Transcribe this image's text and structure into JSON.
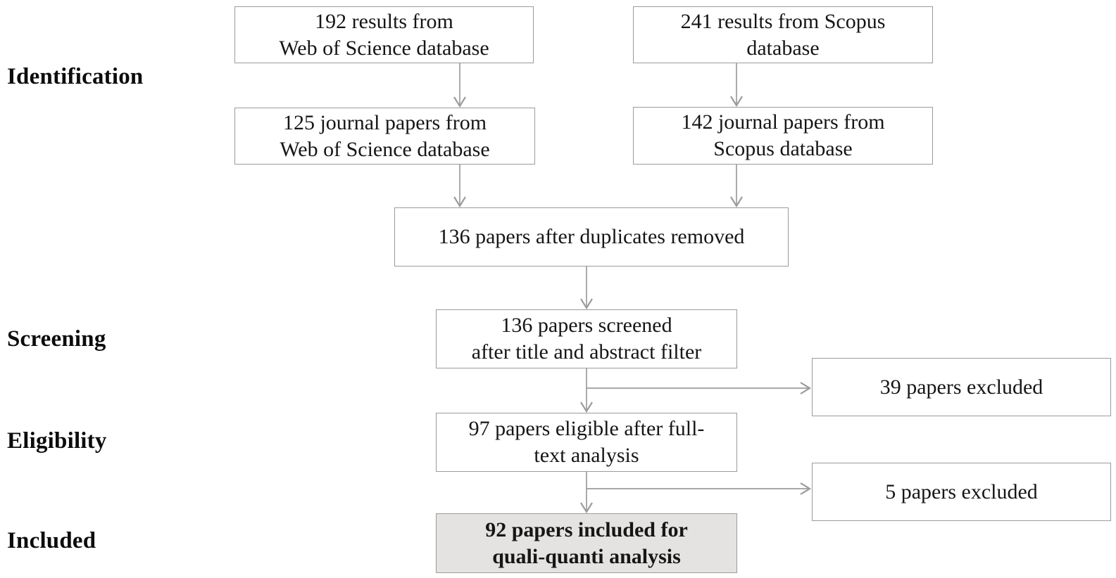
{
  "figure": {
    "kind": "prisma-flow-diagram",
    "background": "#ffffff"
  },
  "colors": {
    "box_border": "#9b9b9b",
    "arrow": "#9c9c9c",
    "text": "#161616",
    "stage_text": "#0c0c0c",
    "included_box_fill": "#e4e3e1"
  },
  "stages": {
    "identification": "Identification",
    "screening": "Screening",
    "eligibility": "Eligibility",
    "included": "Included"
  },
  "boxes": {
    "wos_results": {
      "line1": "192 results from",
      "line2": "Web of Science database"
    },
    "scopus_results": {
      "line1": "241 results from Scopus",
      "line2": "database"
    },
    "wos_journal": {
      "line1": "125 journal papers from",
      "line2": "Web of Science database"
    },
    "scopus_journal": {
      "line1": "142 journal papers from",
      "line2": "Scopus database"
    },
    "duplicates": {
      "line1": "136 papers after duplicates removed"
    },
    "screened": {
      "line1": "136 papers screened",
      "line2": "after title and abstract filter"
    },
    "excluded_39": {
      "line1": "39 papers excluded"
    },
    "eligible": {
      "line1": "97 papers eligible after full-",
      "line2": "text analysis"
    },
    "excluded_5": {
      "line1": "5 papers excluded"
    },
    "included": {
      "line1": "92 papers included for",
      "line2": "quali-quanti analysis"
    }
  },
  "flow_edges": [
    {
      "from": "wos_results",
      "to": "wos_journal"
    },
    {
      "from": "scopus_results",
      "to": "scopus_journal"
    },
    {
      "from": "wos_journal",
      "to": "duplicates"
    },
    {
      "from": "scopus_journal",
      "to": "duplicates"
    },
    {
      "from": "duplicates",
      "to": "screened"
    },
    {
      "from": "screened",
      "to": "eligible"
    },
    {
      "from": "screened",
      "to": "excluded_39"
    },
    {
      "from": "eligible",
      "to": "included"
    },
    {
      "from": "eligible",
      "to": "excluded_5"
    }
  ]
}
